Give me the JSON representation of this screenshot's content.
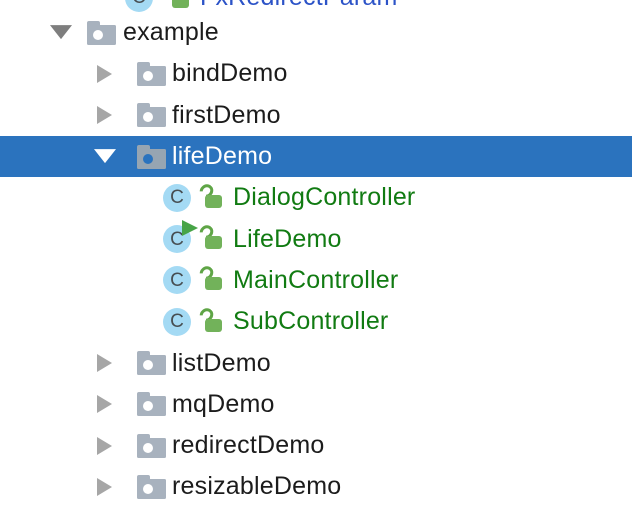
{
  "window": {
    "description": "IDE project tree panel (package explorer), cropped view"
  },
  "colors": {
    "selection_background": "#2B73BE",
    "selected_text": "#FFFFFF",
    "default_text": "#1C1C1C",
    "vcs_green_text": "#117B12",
    "top_item_blue_text": "#2C53C7",
    "folder_icon": "#A8B2BE",
    "class_circle_icon": "#A4DAF4",
    "class_letter": "#474E52",
    "lock_icon_green": "#72B25A",
    "run_overlay_green": "#47A447",
    "chevron_gray": "#A6A6A6"
  },
  "tree": {
    "rows": [
      {
        "label": "FxRedirectParam",
        "kind": "class",
        "class_letter": "C",
        "indent": "top",
        "text_color": "blue",
        "lock": true,
        "runnable": false,
        "selected": false,
        "state": "none",
        "note": "partially cut off at top edge"
      },
      {
        "label": "example",
        "kind": "package",
        "indent": "root",
        "text_color": "default",
        "lock": false,
        "runnable": false,
        "selected": false,
        "state": "expanded"
      },
      {
        "label": "bindDemo",
        "kind": "package",
        "indent": "pkg",
        "text_color": "default",
        "lock": false,
        "runnable": false,
        "selected": false,
        "state": "collapsed"
      },
      {
        "label": "firstDemo",
        "kind": "package",
        "indent": "pkg",
        "text_color": "default",
        "lock": false,
        "runnable": false,
        "selected": false,
        "state": "collapsed"
      },
      {
        "label": "lifeDemo",
        "kind": "package",
        "indent": "pkg",
        "text_color": "white",
        "lock": false,
        "runnable": false,
        "selected": true,
        "state": "expanded"
      },
      {
        "label": "DialogController",
        "kind": "class",
        "class_letter": "C",
        "indent": "cls",
        "text_color": "green",
        "lock": true,
        "runnable": false,
        "selected": false,
        "state": "none"
      },
      {
        "label": "LifeDemo",
        "kind": "class",
        "class_letter": "C",
        "indent": "cls",
        "text_color": "green",
        "lock": true,
        "runnable": true,
        "selected": false,
        "state": "none"
      },
      {
        "label": "MainController",
        "kind": "class",
        "class_letter": "C",
        "indent": "cls",
        "text_color": "green",
        "lock": true,
        "runnable": false,
        "selected": false,
        "state": "none"
      },
      {
        "label": "SubController",
        "kind": "class",
        "class_letter": "C",
        "indent": "cls",
        "text_color": "green",
        "lock": true,
        "runnable": false,
        "selected": false,
        "state": "none"
      },
      {
        "label": "listDemo",
        "kind": "package",
        "indent": "pkg",
        "text_color": "default",
        "lock": false,
        "runnable": false,
        "selected": false,
        "state": "collapsed"
      },
      {
        "label": "mqDemo",
        "kind": "package",
        "indent": "pkg",
        "text_color": "default",
        "lock": false,
        "runnable": false,
        "selected": false,
        "state": "collapsed"
      },
      {
        "label": "redirectDemo",
        "kind": "package",
        "indent": "pkg",
        "text_color": "default",
        "lock": false,
        "runnable": false,
        "selected": false,
        "state": "collapsed"
      },
      {
        "label": "resizableDemo",
        "kind": "package",
        "indent": "pkg",
        "text_color": "default",
        "lock": false,
        "runnable": false,
        "selected": false,
        "state": "collapsed"
      }
    ]
  }
}
